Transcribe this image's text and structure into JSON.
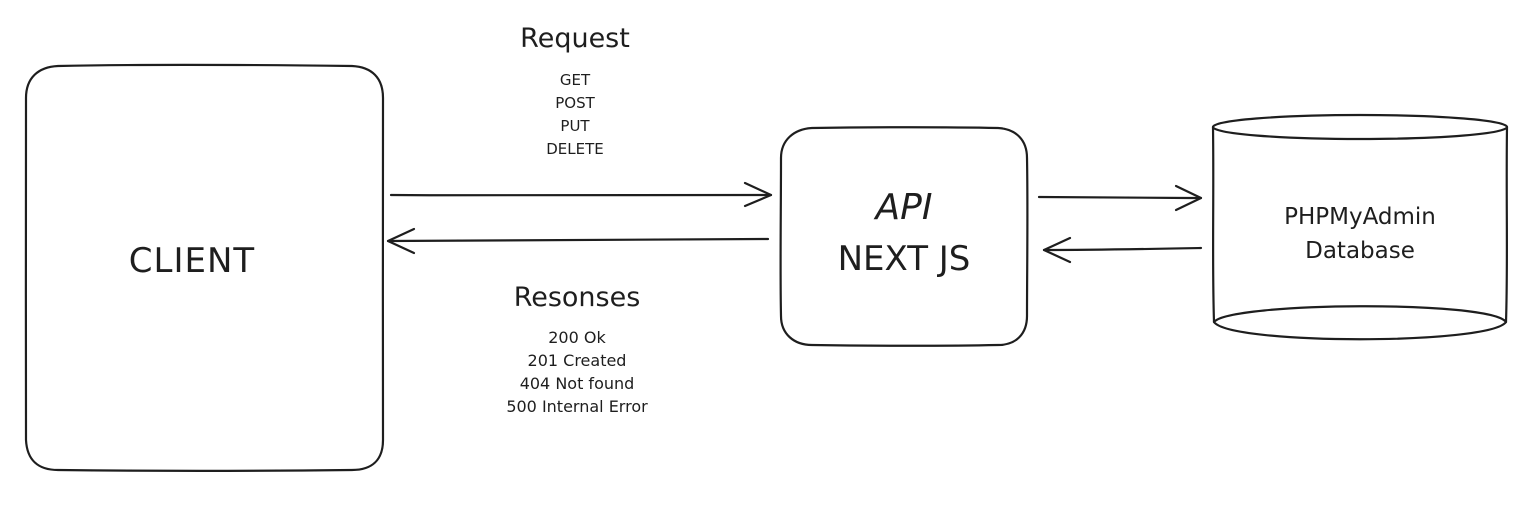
{
  "nodes": {
    "client": {
      "label": "CLIENT"
    },
    "api": {
      "line1": "API",
      "line2": "NEXT JS"
    },
    "database": {
      "line1": "PHPMyAdmin",
      "line2": "Database"
    }
  },
  "request": {
    "title": "Request",
    "methods": [
      "GET",
      "POST",
      "PUT",
      "DELETE"
    ]
  },
  "responses": {
    "title": "Resonses",
    "codes": [
      "200 Ok",
      "201 Created",
      "404 Not found",
      "500 Internal Error"
    ]
  },
  "colors": {
    "stroke": "#1e1e1e",
    "background": "#ffffff"
  }
}
